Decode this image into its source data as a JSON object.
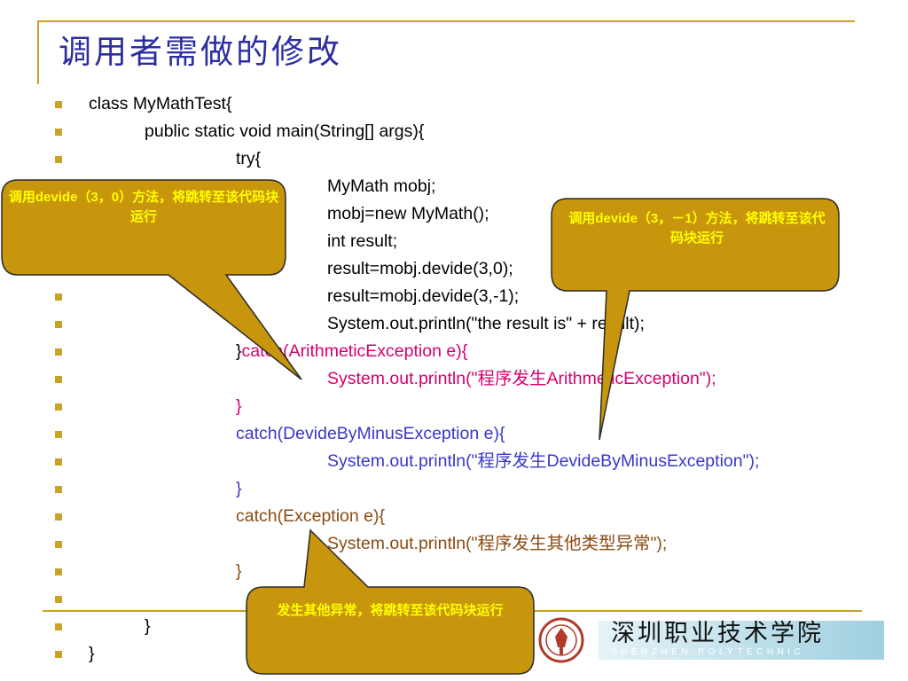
{
  "slide": {
    "title": "调用者需做的修改"
  },
  "code": {
    "lines": [
      {
        "segments": [
          {
            "text": "class MyMathTest{",
            "color": "black"
          }
        ]
      },
      {
        "segments": [
          {
            "text": "public static void main(String[] args){",
            "color": "black"
          }
        ]
      },
      {
        "segments": [
          {
            "text": "try{",
            "color": "black"
          }
        ]
      },
      {
        "segments": [
          {
            "text": "MyMath mobj;",
            "color": "black"
          }
        ]
      },
      {
        "segments": [
          {
            "text": "mobj=new MyMath();",
            "color": "black"
          }
        ]
      },
      {
        "segments": [
          {
            "text": "int result;",
            "color": "black"
          }
        ]
      },
      {
        "segments": [
          {
            "text": "result=mobj.devide(3,0);",
            "color": "black"
          }
        ]
      },
      {
        "segments": [
          {
            "text": "result=mobj.devide(3,-1);",
            "color": "black"
          }
        ]
      },
      {
        "segments": [
          {
            "text": "System.out.println(\"the result is\" + result);",
            "color": "black"
          }
        ]
      },
      {
        "segments": [
          {
            "text": "}",
            "color": "black"
          },
          {
            "text": "catch(ArithmeticException e){",
            "color": "magenta"
          }
        ]
      },
      {
        "segments": [
          {
            "text": "System.out.println(\"程序发生ArithmeticException\");",
            "color": "magenta"
          }
        ]
      },
      {
        "segments": [
          {
            "text": "}",
            "color": "magenta"
          }
        ]
      },
      {
        "segments": [
          {
            "text": "catch(DevideByMinusException e){",
            "color": "blue"
          }
        ]
      },
      {
        "segments": [
          {
            "text": "System.out.println(\"程序发生DevideByMinusException\");",
            "color": "blue"
          }
        ]
      },
      {
        "segments": [
          {
            "text": "}",
            "color": "blue"
          }
        ]
      },
      {
        "segments": [
          {
            "text": "catch(Exception e){",
            "color": "brown"
          }
        ]
      },
      {
        "segments": [
          {
            "text": "System.out.println(\"程序发生其他类型异常\");",
            "color": "brown"
          }
        ]
      },
      {
        "segments": [
          {
            "text": "}",
            "color": "brown"
          }
        ]
      },
      {
        "segments": []
      },
      {
        "segments": [
          {
            "text": "}",
            "color": "black"
          }
        ]
      },
      {
        "segments": [
          {
            "text": "}",
            "color": "black"
          }
        ]
      }
    ]
  },
  "callouts": {
    "left": {
      "text": "调用devide（3，0）方法，将跳转至该代码块运行"
    },
    "right": {
      "text": "调用devide（3，－1）方法，将跳转至该代码块运行"
    },
    "bottom": {
      "text": "发生其他异常，将跳转至该代码块运行"
    }
  },
  "logo": {
    "name_cn": "深圳职业技术学院",
    "name_en": "SHENZHEN POLYTECHNIC"
  },
  "colors": {
    "title": "#2b2ea0",
    "accent": "#c9a227",
    "callout_fill": "#c8960c",
    "callout_text": "#ffff00",
    "code_black": "#000000",
    "code_magenta": "#d6006e",
    "code_blue": "#3a37c8",
    "code_brown": "#8a4b12"
  }
}
